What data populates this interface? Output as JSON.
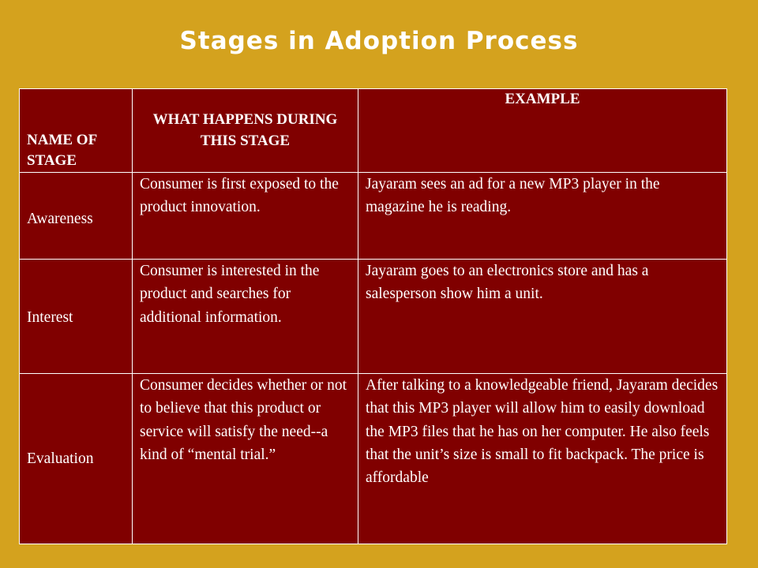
{
  "title": "Stages in Adoption Process",
  "table": {
    "headers": [
      "NAME OF STAGE",
      "WHAT HAPPENS DURING THIS STAGE",
      "EXAMPLE"
    ],
    "rows": [
      {
        "stage": "Awareness",
        "description": "Consumer is first exposed to the product innovation.",
        "example": "Jayaram sees an ad for a new MP3 player in the magazine he is reading."
      },
      {
        "stage": "Interest",
        "description": "Consumer is interested in the product and searches for additional information.",
        "example": "Jayaram goes to an electronics store and has a salesperson show him a unit."
      },
      {
        "stage": "Evaluation",
        "description": "Consumer decides whether or not to believe that this product or service will satisfy the need--a kind of “mental trial.”",
        "example": "After talking to a knowledgeable friend, Jayaram decides that this MP3 player will allow him to easily download the MP3 files that he has on her computer. He also feels that the unit’s size is small to fit backpack. The price is affordable"
      }
    ]
  },
  "colors": {
    "background": "#D4A21E",
    "table_fill": "#800000",
    "text": "#FFFFFF"
  }
}
